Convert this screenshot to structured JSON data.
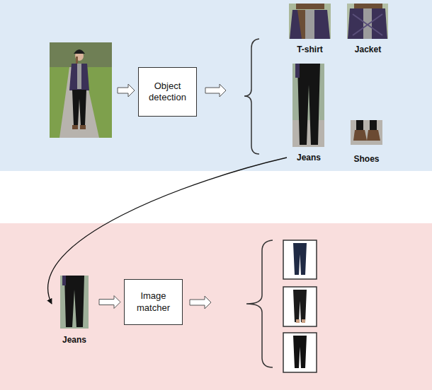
{
  "diagram": {
    "nodes": [
      {
        "text": [
          "Object detection"
        ]
      },
      {
        "text": [
          "T-shirt"
        ]
      },
      {
        "text": [
          "Jacket"
        ]
      },
      {
        "text": [
          "Jeans"
        ]
      },
      {
        "text": [
          "Shoes"
        ]
      },
      {
        "text": [
          "Jeans"
        ]
      },
      {
        "text": [
          "Image matcher"
        ]
      }
    ],
    "edges": [
      {
        "from": 3,
        "to": 5,
        "arrow": "to"
      },
      {
        "from": 5,
        "to": 6,
        "arrow": "to"
      }
    ]
  }
}
